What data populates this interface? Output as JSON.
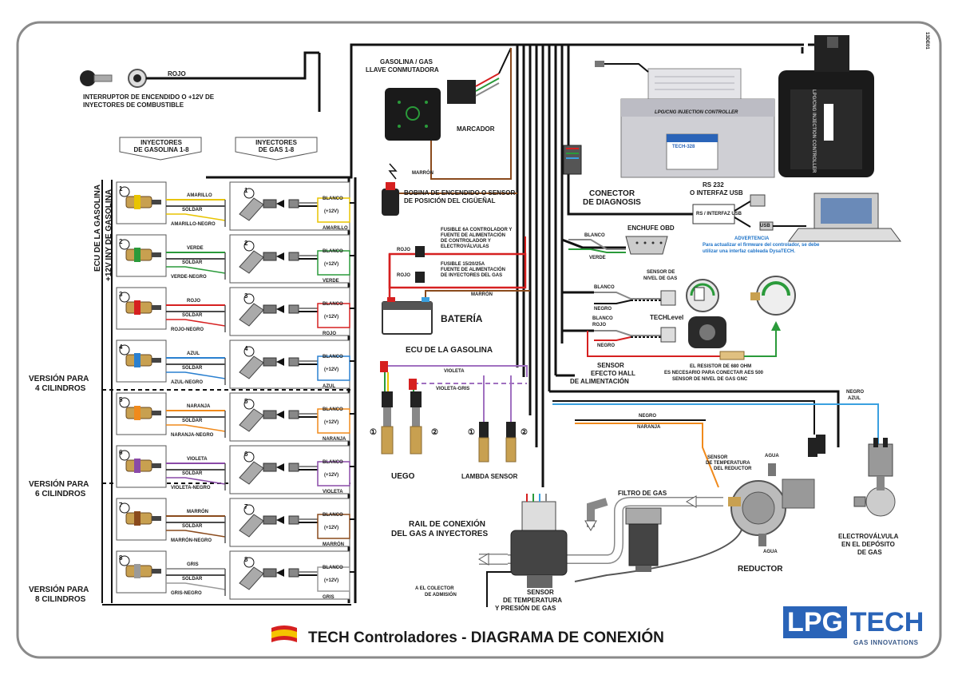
{
  "title": "TECH Controladores - DIAGRAMA DE CONEXIÓN",
  "corner_code": "13DE01",
  "logo": {
    "lpg": "LPG",
    "tech": "TECH",
    "sub": "GAS INNOVATIONS"
  },
  "ignition": {
    "label_line1": "INTERRUPTOR DE ENCENDIDO O +12V DE",
    "label_line2": "INYECTORES DE COMBUSTIBLE",
    "wire": "ROJO"
  },
  "switch": {
    "title_line1": "GASOLINA / GAS",
    "title_line2": "LLAVE CONMUTADORA",
    "marker": "MARCADOR",
    "wire": "MARRÓN"
  },
  "coil": {
    "label_line1": "BOBINA DE ENCENDIDO O SENSOR",
    "label_line2": "DE POSICIÓN DEL CIGÜEÑAL"
  },
  "fuses": {
    "f1_line1": "FUSIBLE 6A CONTROLADOR Y",
    "f1_line2": "FUENTE DE ALIMENTACIÓN",
    "f1_line3": "DE CONTROLADOR Y",
    "f1_line4": "ELECTROVÁLVULAS",
    "f2_line1": "FUSIBLE 15/20/25A",
    "f2_line2": "FUENTE DE ALIMENTACIÓN",
    "f2_line3": "DE INYECTORES DEL GAS",
    "rojo": "ROJO",
    "marron": "MARRÓN"
  },
  "battery": {
    "label": "BATERÍA"
  },
  "controller": {
    "label": "LPG/CNG INJECTION CONTROLLER",
    "screen": "TECH-328",
    "side": "LPG/CNG INJECTION CONTROLLER"
  },
  "diag": {
    "label_line1": "CONECTOR",
    "label_line2": "DE DIAGNOSIS",
    "rs_line1": "RS 232",
    "rs_line2": "O INTERFAZ USB",
    "box": "RS / INTERFAZ USB",
    "usb": "USB",
    "advert_title": "ADVERTENCIA",
    "advert_line1": "Para actualizar el firmware del controlador, se debe",
    "advert_line2": "utilizar una interfaz cableada DysaTECH."
  },
  "obd": {
    "label": "ENCHUFE OBD",
    "blanco": "BLANCO",
    "verde": "VERDE"
  },
  "level": {
    "sensor_line1": "SENSOR DE",
    "sensor_line2": "NIVEL DE GAS",
    "techlevel": "TECHLevel",
    "blanco": "BLANCO",
    "negro": "NEGRO",
    "blanco2": "BLANCO",
    "rojo": "ROJO",
    "negro2": "NEGRO",
    "hall_line1": "SENSOR",
    "hall_line2": "EFECTO HALL",
    "hall_line3": "DE ALIMENTACIÓN",
    "res_line1": "EL RESISTOR DE 680 OHM",
    "res_line2": "ES NECESARIO PARA CONECTAR AES 500",
    "res_line3": "SENSOR DE NIVEL DE GAS GNC"
  },
  "ecu": {
    "title": "ECU DE LA GASOLINA",
    "violeta": "VIOLETA",
    "violeta_gris": "VIOLETA-GRIS",
    "uego": "UEGO",
    "lambda": "LAMBDA SENSOR"
  },
  "rail": {
    "line1": "RAIL DE CONEXIÓN",
    "line2": "DEL GAS A INYECTORES",
    "colector_line1": "A EL COLECTOR",
    "colector_line2": "DE ADMISIÓN",
    "sensor_line1": "SENSOR",
    "sensor_line2": "DE TEMPERATURA",
    "sensor_line3": "Y PRESIÓN DE GAS"
  },
  "filter": {
    "label": "FILTRO DE GAS"
  },
  "reducer": {
    "label": "REDUCTOR",
    "agua1": "AGUA",
    "agua2": "AGUA",
    "temp_line1": "SENSOR",
    "temp_line2": "DE TEMPERATURA",
    "temp_line3": "DEL REDUCTOR",
    "negro": "NEGRO",
    "naranja": "NARANJA"
  },
  "valve": {
    "line1": "ELECTROVÁLVULA",
    "line2": "EN EL DEPÓSITO",
    "line3": "DE GAS",
    "negro": "NEGRO",
    "azul": "AZUL"
  },
  "left": {
    "ecu_vertical": "ECU DE LA GASOLINA",
    "plus12_vertical": "+12V INY DE GASOLINA",
    "pet_header_line1": "INYECTORES",
    "pet_header_line2": "DE GASOLINA 1-8",
    "gas_header_line1": "INYECTORES",
    "gas_header_line2": "DE GAS 1-8",
    "v4_line1": "VERSIÓN PARA",
    "v4_line2": "4 CILINDROS",
    "v6_line1": "VERSIÓN PARA",
    "v6_line2": "6 CILINDROS",
    "v8_line1": "VERSIÓN PARA",
    "v8_line2": "8 CILINDROS",
    "soldar": "SOLDAR",
    "blanco": "BLANCO",
    "plus12": "(+12V)"
  },
  "cylinders": [
    {
      "num": "1",
      "color": "AMARILLO",
      "neg": "AMARILLO-NEGRO",
      "hex": "#e8c400"
    },
    {
      "num": "2",
      "color": "VERDE",
      "neg": "VERDE-NEGRO",
      "hex": "#2a9a3a"
    },
    {
      "num": "3",
      "color": "ROJO",
      "neg": "ROJO-NEGRO",
      "hex": "#d62020"
    },
    {
      "num": "4",
      "color": "AZUL",
      "neg": "AZUL-NEGRO",
      "hex": "#2a80d0"
    },
    {
      "num": "5",
      "color": "NARANJA",
      "neg": "NARANJA-NEGRO",
      "hex": "#f08a1c"
    },
    {
      "num": "6",
      "color": "VIOLETA",
      "neg": "VIOLETA-NEGRO",
      "hex": "#8a4aa8"
    },
    {
      "num": "7",
      "color": "MARRÓN",
      "neg": "MARRÓN-NEGRO",
      "hex": "#8a4a1c"
    },
    {
      "num": "8",
      "color": "GRIS",
      "neg": "GRIS-NEGRO",
      "hex": "#9a9a9a"
    }
  ],
  "num_markers": [
    "①",
    "②",
    "①",
    "②"
  ],
  "colors": {
    "frame": "#8a8a8a",
    "wire": "#111111",
    "red": "#d62020",
    "blue": "#3aa0e0",
    "orange": "#f08a1c",
    "green": "#2a9a3a",
    "violet": "#a070c0",
    "brown": "#8a4a1c",
    "brand": "#2a64b8"
  }
}
